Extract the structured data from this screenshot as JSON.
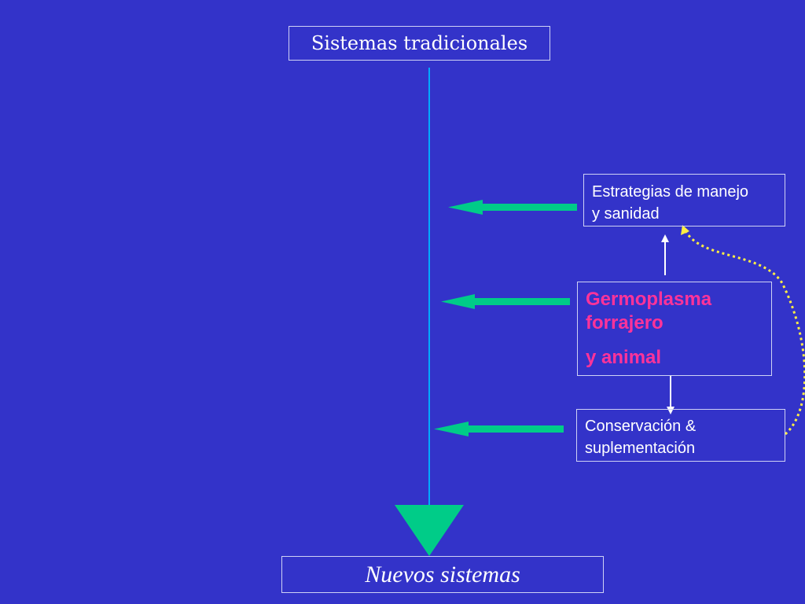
{
  "diagram": {
    "top_node": {
      "label": "Sistemas tradicionales"
    },
    "bottom_node": {
      "label": "Nuevos sistemas"
    },
    "factors": [
      {
        "id": "estrategias",
        "lines": [
          "Estrategias de manejo",
          "y sanidad"
        ],
        "color": "#ffffff"
      },
      {
        "id": "germoplasma",
        "lines": [
          "Germoplasma",
          "forrajero",
          "y animal"
        ],
        "color": "#ff3399"
      },
      {
        "id": "conservacion",
        "lines": [
          "Conservación &",
          "suplementación"
        ],
        "color": "#ffffff"
      }
    ],
    "edges": [
      {
        "from": "germoplasma",
        "to": "estrategias",
        "style": "solid-white"
      },
      {
        "from": "germoplasma",
        "to": "conservacion",
        "style": "solid-white"
      },
      {
        "from": "conservacion",
        "to": "estrategias",
        "style": "dotted-yellow"
      },
      {
        "from": "estrategias",
        "to": "main-axis",
        "style": "green-arrow"
      },
      {
        "from": "germoplasma",
        "to": "main-axis",
        "style": "green-arrow"
      },
      {
        "from": "conservacion",
        "to": "main-axis",
        "style": "green-arrow"
      },
      {
        "from": "top_node",
        "to": "bottom_node",
        "style": "main-axis"
      }
    ]
  },
  "colors": {
    "background": "#3333c9",
    "green_arrow": "#00cc88",
    "axis_line": "#00aaff",
    "dotted_link": "#ffee44",
    "highlight_text": "#ff3399",
    "box_border": "#cfd2f5"
  }
}
